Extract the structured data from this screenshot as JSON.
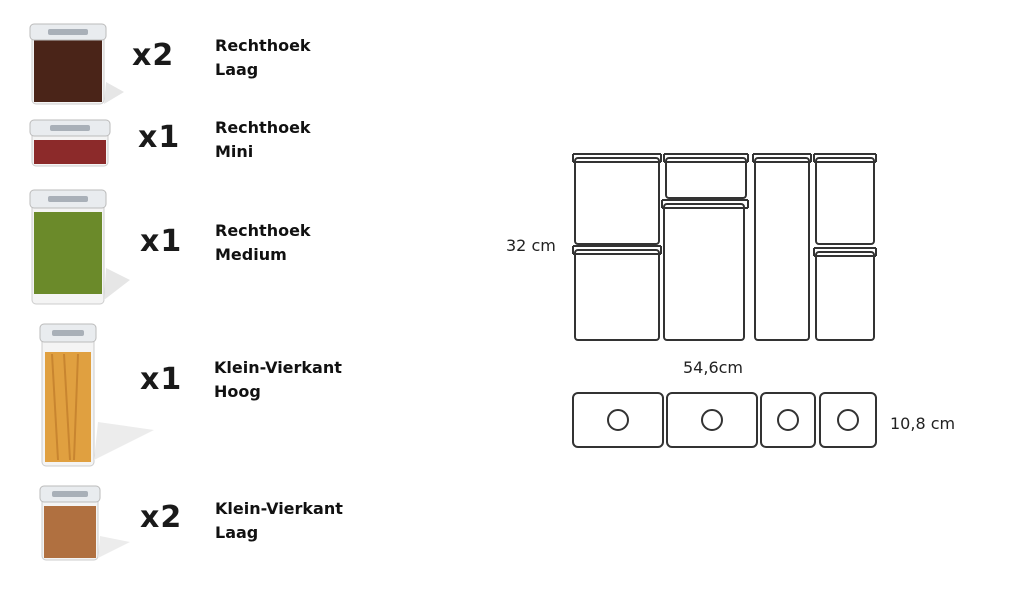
{
  "items": [
    {
      "qty": "x2",
      "line1": "Rechthoek",
      "line2": "Laag",
      "contents_color": "#4a2418"
    },
    {
      "qty": "x1",
      "line1": "Rechthoek",
      "line2": "Mini",
      "contents_color": "#8c2a2a"
    },
    {
      "qty": "x1",
      "line1": "Rechthoek",
      "line2": "Medium",
      "contents_color": "#6b8a2a"
    },
    {
      "qty": "x1",
      "line1": "Klein-Vierkant",
      "line2": "Hoog",
      "contents_color": "#e0a040"
    },
    {
      "qty": "x2",
      "line1": "Klein-Vierkant",
      "line2": "Laag",
      "contents_color": "#b07040"
    }
  ],
  "diagram": {
    "height_label": "32 cm",
    "width_label": "54,6cm",
    "depth_label": "10,8 cm"
  },
  "colors": {
    "lid": "#e9ecef",
    "lid_button": "#a9b0b8",
    "outline": "#333333"
  }
}
